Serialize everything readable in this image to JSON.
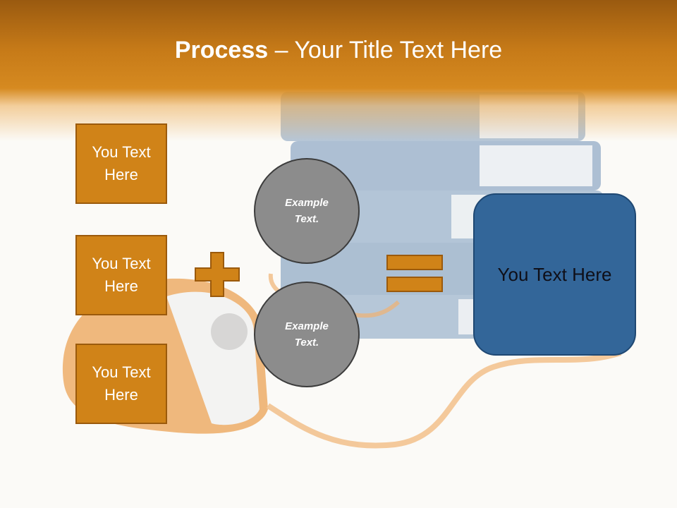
{
  "slide": {
    "title_bold": "Process",
    "title_rest": " – Your Title Text Here"
  },
  "left_boxes": [
    {
      "line1": "You Text",
      "line2": "Here"
    },
    {
      "line1": "You Text",
      "line2": "Here"
    },
    {
      "line1": "You Text",
      "line2": "Here"
    }
  ],
  "circles": [
    {
      "line1": "Example",
      "line2": "Text."
    },
    {
      "line1": "Example",
      "line2": "Text."
    }
  ],
  "result_box": {
    "label": "You Text Here"
  },
  "colors": {
    "header": "#c67a18",
    "box_fill": "#d08318",
    "box_border": "#9b5a0c",
    "circle_fill": "#8c8c8c",
    "result_fill": "#336699"
  },
  "icons": {
    "plus": "plus-sign",
    "equals": "equals-sign"
  }
}
